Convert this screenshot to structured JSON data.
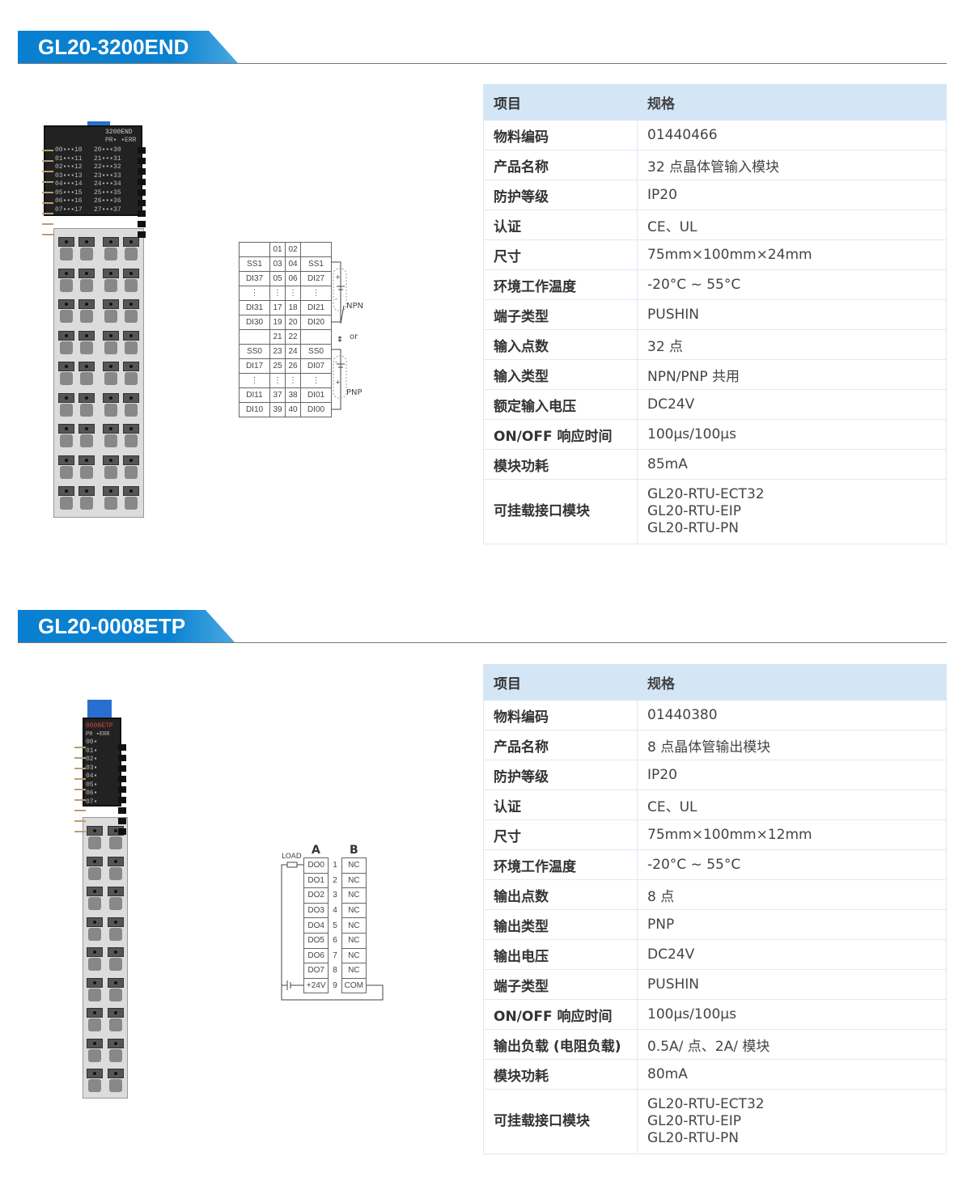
{
  "sections": [
    {
      "title": "GL20-3200END",
      "module_label": "3200END",
      "led_status": [
        "PR",
        "ERR"
      ],
      "table_header": [
        "项目",
        "规格"
      ],
      "rows": [
        [
          "物料编码",
          "01440466"
        ],
        [
          "产品名称",
          "32 点晶体管输入模块"
        ],
        [
          "防护等级",
          "IP20"
        ],
        [
          "认证",
          "CE、UL"
        ],
        [
          "尺寸",
          "75mm×100mm×24mm"
        ],
        [
          "环境工作温度",
          "-20°C ~ 55°C"
        ],
        [
          "端子类型",
          "PUSHIN"
        ],
        [
          "输入点数",
          "32 点"
        ],
        [
          "输入类型",
          "NPN/PNP 共用"
        ],
        [
          "额定输入电压",
          "DC24V"
        ],
        [
          "ON/OFF 响应时间",
          "100μs/100μs"
        ],
        [
          "模块功耗",
          "85mA"
        ]
      ],
      "multi_row": {
        "label": "可挂载接口模块",
        "values": [
          "GL20-RTU-ECT32",
          "GL20-RTU-EIP",
          "GL20-RTU-PN"
        ]
      },
      "wiring": {
        "rows": [
          [
            "",
            "01",
            "02",
            ""
          ],
          [
            "SS1",
            "03",
            "04",
            "SS1"
          ],
          [
            "DI37",
            "05",
            "06",
            "DI27"
          ],
          [
            "⋮",
            "⋮",
            "⋮",
            "⋮"
          ],
          [
            "DI31",
            "17",
            "18",
            "DI21"
          ],
          [
            "DI30",
            "19",
            "20",
            "DI20"
          ],
          [
            "",
            "21",
            "22",
            ""
          ],
          [
            "SS0",
            "23",
            "24",
            "SS0"
          ],
          [
            "DI17",
            "25",
            "26",
            "DI07"
          ],
          [
            "⋮",
            "⋮",
            "⋮",
            "⋮"
          ],
          [
            "DI11",
            "37",
            "38",
            "DI01"
          ],
          [
            "DI10",
            "39",
            "40",
            "DI00"
          ]
        ],
        "npn": "NPN",
        "pnp": "PNP",
        "or": "or",
        "plus": "+",
        "minus": "-"
      }
    },
    {
      "title": "GL20-0008ETP",
      "module_label": "0008ETP",
      "led_status": [
        "PR",
        "ERR"
      ],
      "table_header": [
        "项目",
        "规格"
      ],
      "rows": [
        [
          "物料编码",
          "01440380"
        ],
        [
          "产品名称",
          "8 点晶体管输出模块"
        ],
        [
          "防护等级",
          "IP20"
        ],
        [
          "认证",
          "CE、UL"
        ],
        [
          "尺寸",
          "75mm×100mm×12mm"
        ],
        [
          "环境工作温度",
          "-20°C ~ 55°C"
        ],
        [
          "输出点数",
          "8 点"
        ],
        [
          "输出类型",
          "PNP"
        ],
        [
          "输出电压",
          "DC24V"
        ],
        [
          "端子类型",
          "PUSHIN"
        ],
        [
          "ON/OFF 响应时间",
          "100μs/100μs"
        ],
        [
          "输出负载 (电阻负载)",
          "0.5A/ 点、2A/ 模块"
        ],
        [
          "模块功耗",
          "80mA"
        ]
      ],
      "multi_row": {
        "label": "可挂载接口模块",
        "values": [
          "GL20-RTU-ECT32",
          "GL20-RTU-EIP",
          "GL20-RTU-PN"
        ]
      },
      "wiring": {
        "col_a": "A",
        "col_b": "B",
        "load": "LOAD",
        "rows": [
          [
            "DO0",
            "1",
            "NC"
          ],
          [
            "DO1",
            "2",
            "NC"
          ],
          [
            "DO2",
            "3",
            "NC"
          ],
          [
            "DO3",
            "4",
            "NC"
          ],
          [
            "DO4",
            "5",
            "NC"
          ],
          [
            "DO5",
            "6",
            "NC"
          ],
          [
            "DO6",
            "7",
            "NC"
          ],
          [
            "DO7",
            "8",
            "NC"
          ],
          [
            "+24V",
            "9",
            "COM"
          ]
        ]
      }
    }
  ]
}
